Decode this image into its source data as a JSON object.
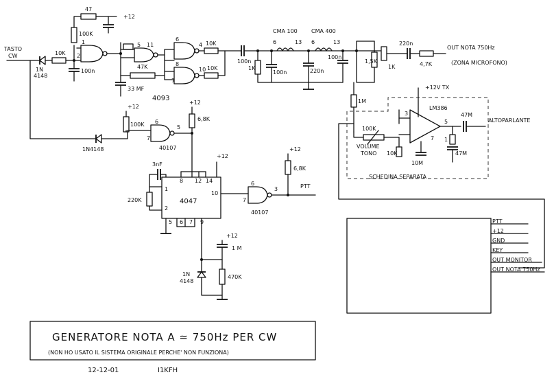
{
  "labels": {
    "tasto_cw": "TASTO",
    "tasto_cw2": "CW",
    "d1": "1N",
    "d1b": "4148",
    "r10k": "10K",
    "r47": "47",
    "v12a": "+12",
    "r100k_a": "100K",
    "c100n_a": "100n",
    "pin1": "1",
    "pin2": "2",
    "pin5": "5",
    "pin9": "9",
    "pin6": "6",
    "pin11": "11",
    "pin8": "8",
    "pin10": "10",
    "pin4": "4",
    "pin7": "7",
    "pin12": "12",
    "pin13": "13",
    "r47k": "47K",
    "r10k_b": "10K",
    "r10k_c": "10K",
    "c33": "33 MF",
    "ic4093": "4093",
    "cma100": "CMA 100",
    "cma400": "CMA 400",
    "c100n_b": "100n",
    "r1k_a": "1K",
    "c100n_c": "100n",
    "c220n": "220n",
    "c100n_d": "100n",
    "r15k": "1,5K",
    "r1k_b": "1K",
    "c220n_b": "220n",
    "r47k_b": "4,7K",
    "out_nota": "OUT NOTA 750Hz",
    "zona": "(ZONA MICROFONO)",
    "r1m": "1M",
    "v12tx": "+12V TX",
    "lm386": "LM386",
    "c47m_a": "47M",
    "altoparlante": "ALTOPARLANTE",
    "r100k_vol": "100K",
    "volume": "VOLUME",
    "tono": "TONO",
    "r10k_d": "10K",
    "c10m": "10M",
    "r1_b": "1",
    "c47m_b": "47M",
    "schedina": "SCHEDINA  SEPARATA",
    "v12b": "+12",
    "r100k_c": "100K",
    "ic40107a": "40107",
    "d2": "1N4148",
    "v12c": "+12",
    "r68k_a": "6,8K",
    "v12d": "+12",
    "c3nf": "3nF",
    "r220k": "220K",
    "ic4047": "4047",
    "p1": "1",
    "p2": "2",
    "p3": "3",
    "p5": "5",
    "p6": "6",
    "p7": "7",
    "p8": "8",
    "p9": "9",
    "p10": "10",
    "p12": "12",
    "p14": "14",
    "v12e": "+12",
    "r68k_b": "6,8K",
    "ptt": "PTT",
    "ic40107b": "40107",
    "v12f": "+12",
    "c1m": "1 M",
    "d3": "1N",
    "d3b": "4148",
    "r470k": "470K"
  },
  "connector": [
    "PTT",
    "+12",
    "GND",
    "KEY",
    "OUT MONITOR",
    "OUT NOTA 750Hz"
  ],
  "title": {
    "main": "GENERATORE  NOTA  A ≃ 750Hz  PER  CW",
    "sub": "(NON HO USATO IL SISTEMA ORIGINALE PERCHE' NON FUNZIONA)",
    "date": "12-12-01",
    "callsign": "I1KFH"
  }
}
